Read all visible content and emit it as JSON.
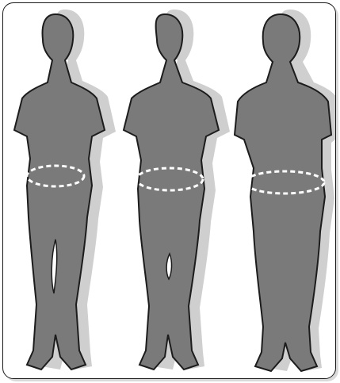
{
  "figures": [
    {
      "id": "figure-slim"
    },
    {
      "id": "figure-medium"
    },
    {
      "id": "figure-large"
    }
  ],
  "colors": {
    "silhouette": "#7a7a7a",
    "outline": "#1c1c1c",
    "shadow": "#cfcfcf",
    "waist_marker": "#ffffff",
    "frame": "#1a1a1a"
  }
}
